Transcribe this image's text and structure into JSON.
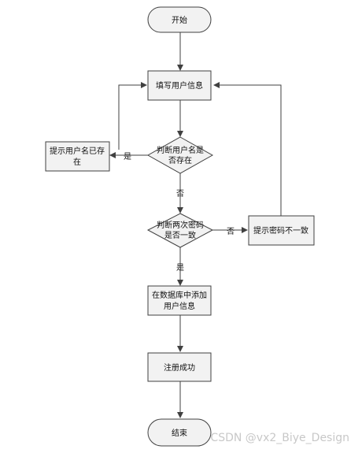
{
  "nodes": {
    "start": "开始",
    "fill_info": "填写用户信息",
    "check_name_line1": "判断用户名是",
    "check_name_line2": "否存在",
    "name_exists_line1": "提示用户名已存",
    "name_exists_line2": "在",
    "check_pwd_line1": "判断两次密码",
    "check_pwd_line2": "是否一致",
    "pwd_mismatch": "提示密码不一致",
    "add_db_line1": "在数据库中添加",
    "add_db_line2": "用户信息",
    "success": "注册成功",
    "end": "结束"
  },
  "edge_labels": {
    "name_yes": "是",
    "name_no": "否",
    "pwd_no": "否",
    "pwd_yes": "是"
  },
  "watermark": "CSDN @vx2_Biye_Design",
  "colors": {
    "terminal_fill": "#f2f2f2",
    "process_fill": "#f2f2f2",
    "stroke": "#404040",
    "edge": "#404040"
  }
}
